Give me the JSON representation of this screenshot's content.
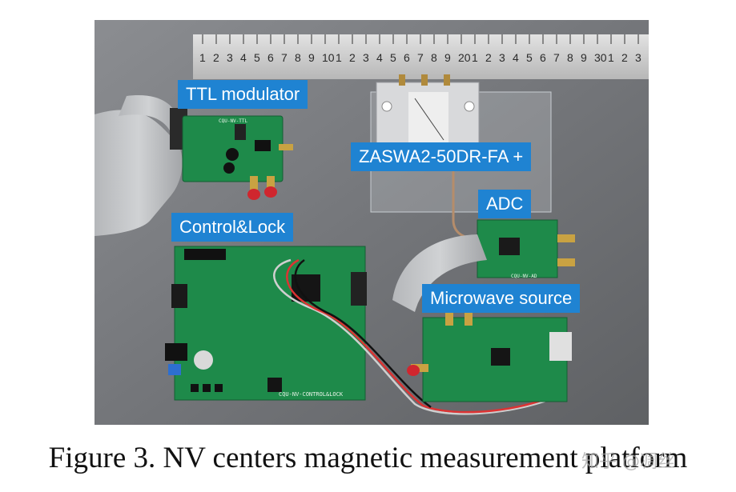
{
  "labels": {
    "ttl": "TTL modulator",
    "switch": "ZASWA2-50DR-FA +",
    "adc": "ADC",
    "control": "Control&Lock",
    "microwave": "Microwave source"
  },
  "ruler_numbers": [
    "1",
    "2",
    "3",
    "4",
    "5",
    "6",
    "7",
    "8",
    "9",
    "10",
    "1",
    "2",
    "3",
    "4",
    "5",
    "6",
    "7",
    "8",
    "9",
    "20",
    "1",
    "2",
    "3",
    "4",
    "5",
    "6",
    "7",
    "8",
    "9",
    "30",
    "1",
    "2",
    "3"
  ],
  "board_texts": {
    "ttl_board": "CQU-NV-TTL",
    "adc_board": "CQU-NV-AD",
    "control_board": "CQU-NV-CONTROL&LOCK"
  },
  "caption": "Figure 3. NV centers magnetic measurement platform",
  "watermark": "知乎 @凋丝",
  "colors": {
    "label_bg": "#1f83d2",
    "pcb_green": "#1e8a4a",
    "pcb_dark": "#145f33",
    "ruler": "#c9c9c9",
    "background_photo": "#7d7f83"
  }
}
